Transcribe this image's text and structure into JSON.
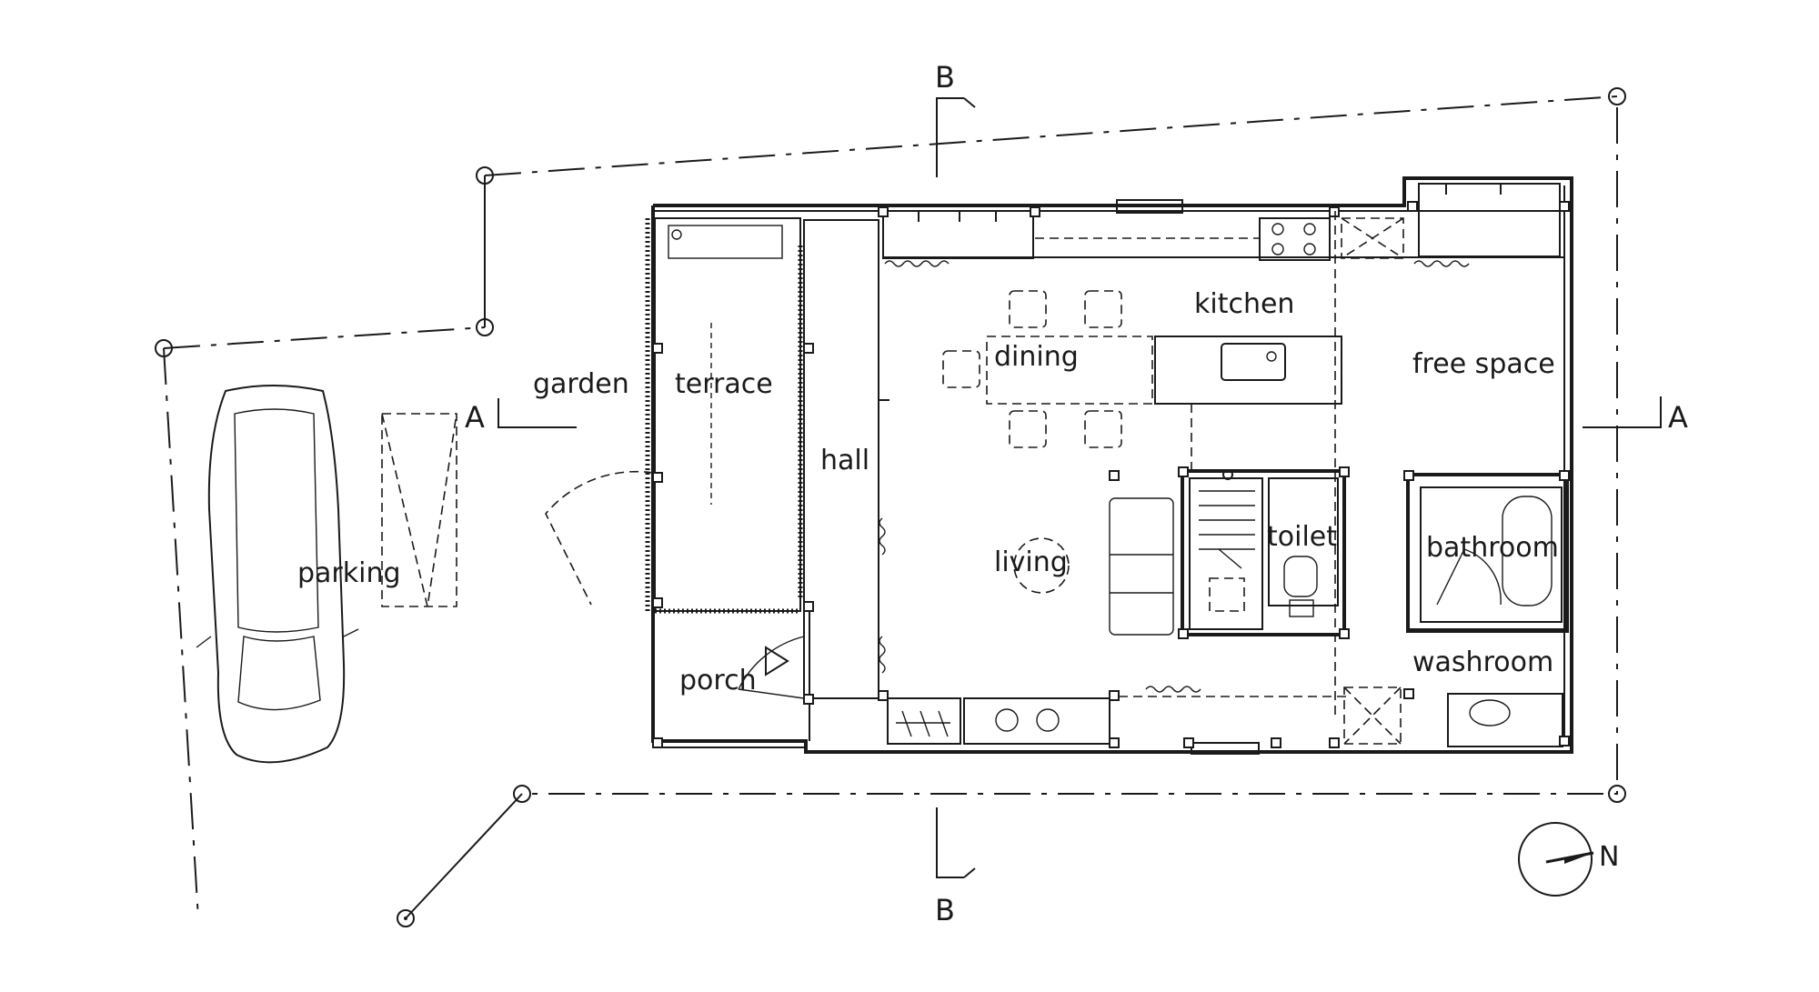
{
  "rooms": {
    "garden": "garden",
    "terrace": "terrace",
    "hall": "hall",
    "dining": "dining",
    "kitchen": "kitchen",
    "free_space": "free space",
    "toilet": "toilet",
    "bathroom": "bathroom",
    "washroom": "washroom",
    "living": "living",
    "parking": "parking",
    "porch": "porch"
  },
  "section_marks": {
    "a_left": "A",
    "a_right": "A",
    "b_top": "B",
    "b_bottom": "B"
  },
  "north_label": "N"
}
